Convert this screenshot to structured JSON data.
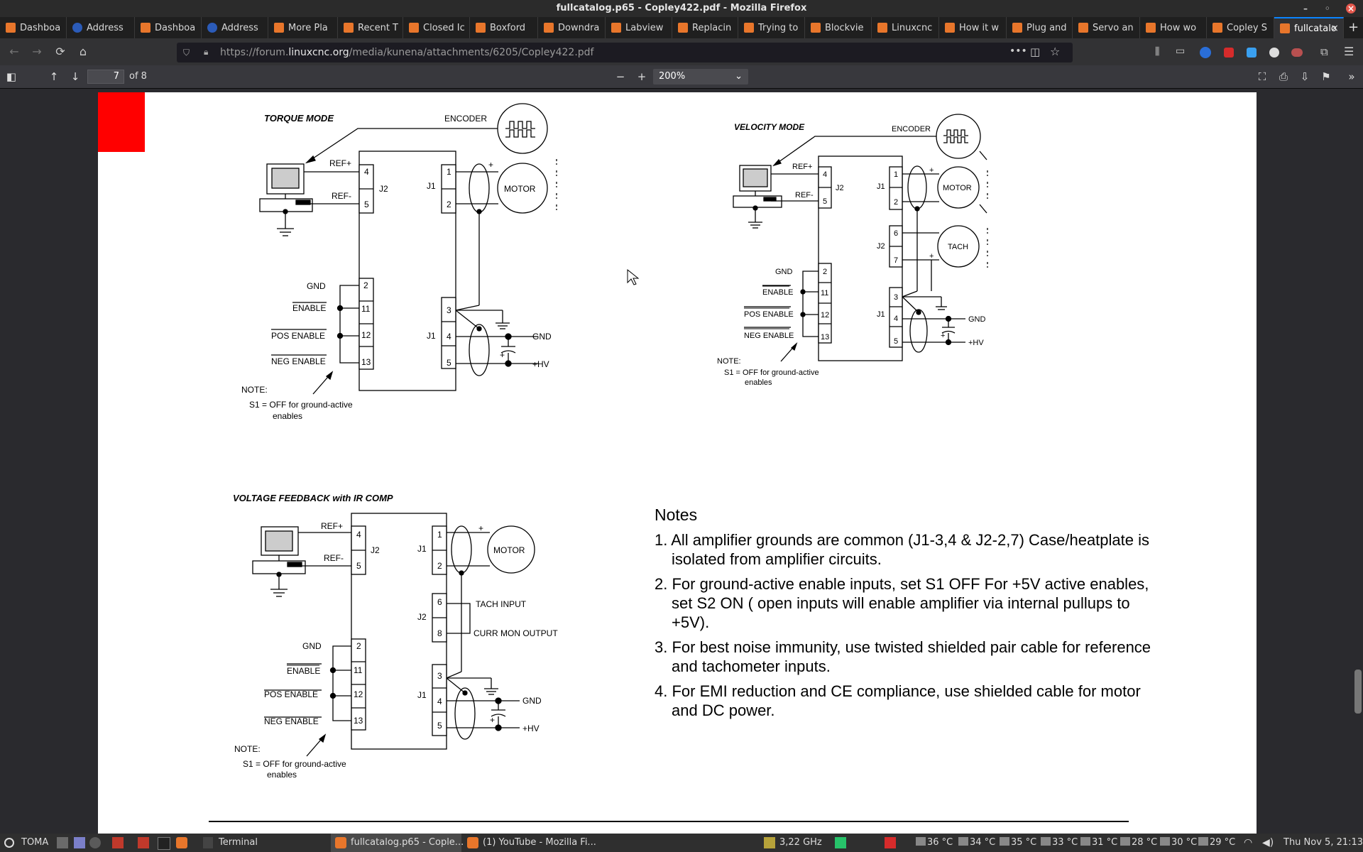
{
  "window": {
    "title": "fullcatalog.p65 - Copley422.pdf - Mozilla Firefox"
  },
  "tabs": [
    {
      "label": "Dashboa",
      "icon": "tools-icon"
    },
    {
      "label": "Address",
      "icon": "moon-icon"
    },
    {
      "label": "Dashboa",
      "icon": "tools-icon"
    },
    {
      "label": "Address",
      "icon": "moon-icon"
    },
    {
      "label": "More Pla",
      "icon": "linuxcnc-icon"
    },
    {
      "label": "Recent T",
      "icon": "linuxcnc-icon"
    },
    {
      "label": "Closed Ic",
      "icon": "linuxcnc-icon"
    },
    {
      "label": "Boxford",
      "icon": "linuxcnc-icon"
    },
    {
      "label": "Downdra",
      "icon": "linuxcnc-icon"
    },
    {
      "label": "Labview",
      "icon": "linuxcnc-icon"
    },
    {
      "label": "Replacin",
      "icon": "linuxcnc-icon"
    },
    {
      "label": "Trying to",
      "icon": "linuxcnc-icon"
    },
    {
      "label": "Blockvie",
      "icon": "linuxcnc-icon"
    },
    {
      "label": "Linuxcnc",
      "icon": "linuxcnc-icon"
    },
    {
      "label": "How it w",
      "icon": "linuxcnc-icon"
    },
    {
      "label": "Plug and",
      "icon": "linuxcnc-icon"
    },
    {
      "label": "Servo an",
      "icon": "linuxcnc-icon"
    },
    {
      "label": "How wo",
      "icon": "linuxcnc-icon"
    },
    {
      "label": "Copley S",
      "icon": "linuxcnc-icon"
    },
    {
      "label": "fullcatalo",
      "icon": "linuxcnc-icon",
      "active": true
    }
  ],
  "newtab": "+",
  "url": {
    "prefix": "https://forum.",
    "domain": "linuxcnc.org",
    "path": "/media/kunena/attachments/6205/Copley422.pdf"
  },
  "pdf": {
    "page": "7",
    "of": "of 8",
    "zoom": "200%"
  },
  "diagrams": {
    "torque": {
      "title": "TORQUE MODE",
      "encoder": "ENCODER",
      "refp": "REF+",
      "refm": "REF-",
      "j2": "J2",
      "j1a": "J1",
      "j1b": "J1",
      "motor": "MOTOR",
      "p4": "4",
      "p5": "5",
      "p1": "1",
      "p2": "2",
      "p3b": "3",
      "p4b": "4",
      "p5b": "5",
      "gnd_l": "GND",
      "enable": "ENABLE",
      "pos": "POS ENABLE",
      "neg": "NEG ENABLE",
      "e2": "2",
      "e11": "11",
      "e12": "12",
      "e13": "13",
      "gnd_r": "GND",
      "hv": "+HV",
      "plus": "+",
      "cplus": "+",
      "note": "NOTE:",
      "note1": "S1 = OFF for ground-active",
      "note2": "enables"
    },
    "velocity": {
      "title": "VELOCITY MODE",
      "encoder": "ENCODER",
      "refp": "REF+",
      "refm": "REF-",
      "j2": "J2",
      "j1a": "J1",
      "j2b": "J2",
      "j1b": "J1",
      "motor": "MOTOR",
      "tach": "TACH",
      "p4": "4",
      "p5": "5",
      "p1": "1",
      "p2": "2",
      "p6": "6",
      "p7": "7",
      "p3b": "3",
      "p4b": "4",
      "p5b": "5",
      "gnd_l": "GND",
      "enable": "ENABLE",
      "pos": "POS ENABLE",
      "neg": "NEG ENABLE",
      "e2": "2",
      "e11": "11",
      "e12": "12",
      "e13": "13",
      "gnd_r": "GND",
      "hv": "+HV",
      "plus": "+",
      "tplus": "+",
      "cplus": "+",
      "note": "NOTE:",
      "note1": "S1 = OFF for ground-active",
      "note2": "enables"
    },
    "voltage": {
      "title": "VOLTAGE FEEDBACK with IR COMP",
      "refp": "REF+",
      "refm": "REF-",
      "j2": "J2",
      "j1a": "J1",
      "j2b": "J2",
      "j1b": "J1",
      "motor": "MOTOR",
      "tach_in": "TACH INPUT",
      "curr_mon": "CURR MON OUTPUT",
      "p4": "4",
      "p5": "5",
      "p1": "1",
      "p2": "2",
      "p6": "6",
      "p8": "8",
      "p3b": "3",
      "p4b": "4",
      "p5b": "5",
      "gnd_l": "GND",
      "enable": "ENABLE",
      "pos": "POS ENABLE",
      "neg": "NEG ENABLE",
      "e2": "2",
      "e11": "11",
      "e12": "12",
      "e13": "13",
      "gnd_r": "GND",
      "hv": "+HV",
      "plus": "+",
      "cplus": "+",
      "note": "NOTE:",
      "note1": "S1 = OFF for ground-active",
      "note2": "enables"
    }
  },
  "notes": {
    "heading": "Notes",
    "items": [
      "1. All amplifier grounds are common (J1-3,4 & J2-2,7) Case/heatplate is isolated from amplifier circuits.",
      "2. For ground-active enable inputs, set S1 OFF For +5V active enables, set S2 ON ( open inputs will enable amplifier via internal pullups to +5V).",
      "3. For best noise immunity, use twisted shielded pair cable for reference and tachometer inputs.",
      "4. For EMI reduction and CE compliance, use shielded cable for motor and DC power."
    ]
  },
  "taskbar": {
    "menu": "TOMA",
    "tasks": [
      "Terminal",
      "fullcatalog.p65 - Cople...",
      "(1) YouTube - Mozilla Fi..."
    ],
    "cpu": "3,22 GHz",
    "temps": [
      "36 °C",
      "34 °C",
      "35 °C",
      "33 °C",
      "31 °C",
      "28 °C",
      "30 °C",
      "29 °C"
    ],
    "clock": "Thu Nov  5, 21:13"
  }
}
